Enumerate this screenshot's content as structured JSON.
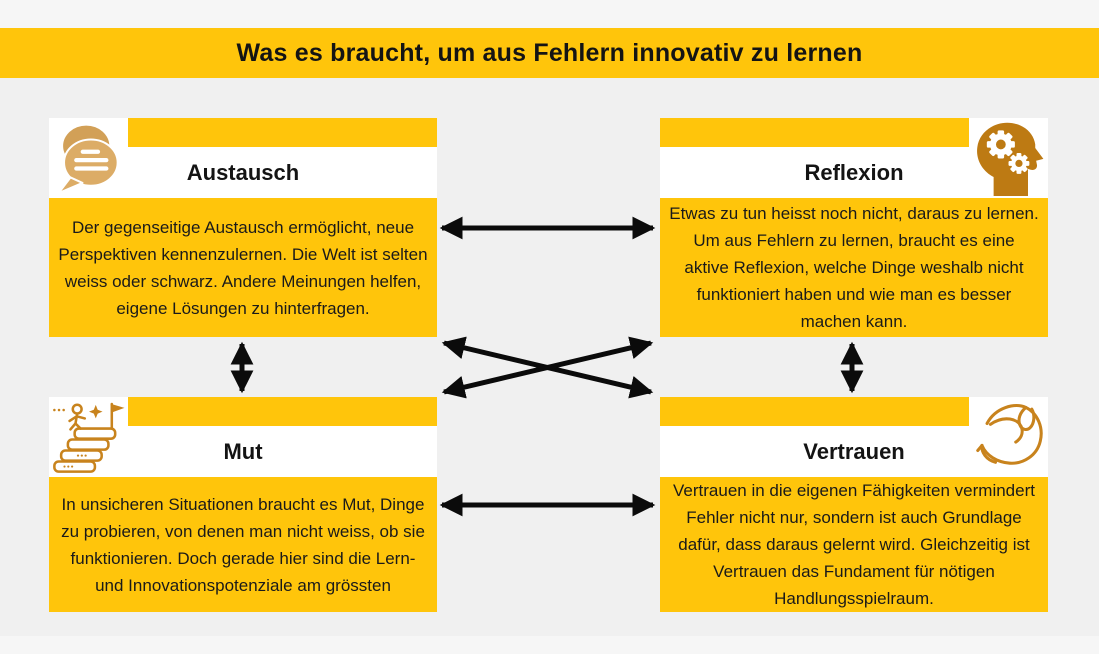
{
  "title": {
    "text": "Was es braucht, um aus Fehlern innovativ zu lernen"
  },
  "boxes": [
    {
      "id": "austausch",
      "title": "Austausch",
      "icon": "speech-bubbles-icon",
      "body": "Der gegenseitige Austausch ermöglicht, neue Perspektiven kennenzulernen. Die Welt ist selten weiss oder schwarz. Andere Meinungen helfen, eigene Lösungen zu hinterfragen."
    },
    {
      "id": "reflexion",
      "title": "Reflexion",
      "icon": "head-gears-icon",
      "body": "Etwas zu tun heisst noch nicht, daraus zu lernen. Um aus Fehlern zu lernen, braucht es eine aktive Reflexion, welche Dinge weshalb nicht funktioniert haben und wie man es besser machen kann."
    },
    {
      "id": "mut",
      "title": "Mut",
      "icon": "stairs-flag-icon",
      "body": "In unsicheren Situationen braucht es Mut, Dinge zu probieren, von denen man nicht weiss, ob sie funktionieren. Doch gerade hier sind die Lern- und Innovationspotenziale am grössten"
    },
    {
      "id": "vertrauen",
      "title": "Vertrauen",
      "icon": "bicep-icon",
      "body": "Vertrauen in die eigenen Fähigkeiten vermindert Fehler nicht nur, sondern ist auch Grundlage dafür, dass daraus gelernt wird. Gleichzeitig ist Vertrauen das Fundament für nötigen Handlungsspielraum."
    }
  ],
  "connections": [
    {
      "from": "Austausch",
      "to": "Reflexion",
      "style": "horizontal-double-arrow"
    },
    {
      "from": "Mut",
      "to": "Vertrauen",
      "style": "horizontal-double-arrow"
    },
    {
      "from": "Austausch",
      "to": "Mut",
      "style": "vertical-double-arrow"
    },
    {
      "from": "Reflexion",
      "to": "Vertrauen",
      "style": "vertical-double-arrow"
    },
    {
      "from": "Austausch",
      "to": "Vertrauen",
      "style": "diagonal-double-arrow"
    },
    {
      "from": "Mut",
      "to": "Reflexion",
      "style": "diagonal-double-arrow"
    }
  ],
  "colors": {
    "yellow": "#FFC50B",
    "background": "#F0F0F0",
    "page_edge": "#F6F6F6",
    "band_white": "#FFFFFF",
    "arrow_black": "#0B0B0B",
    "text_black": "#1A1A1A",
    "icon_tan": "#DCAC66",
    "icon_tan_dark": "#D2A057",
    "icon_brown": "#BD7A13",
    "icon_outline": "#C8831D"
  }
}
